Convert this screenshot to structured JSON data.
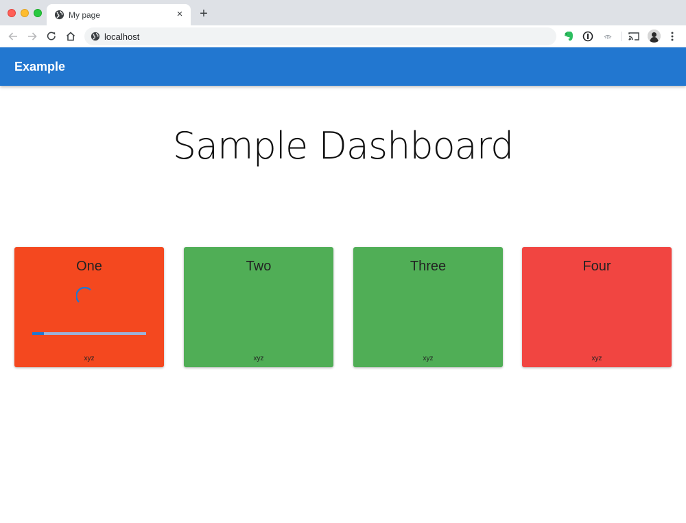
{
  "browser": {
    "tab_title": "My page",
    "tab_close": "×",
    "new_tab": "+",
    "address": "localhost"
  },
  "app": {
    "title": "Example"
  },
  "dashboard": {
    "title": "Sample Dashboard",
    "cards": [
      {
        "title": "One",
        "footer": "xyz",
        "color": "#f4481f",
        "progress": 0.1,
        "loading": true
      },
      {
        "title": "Two",
        "footer": "xyz",
        "color": "#50ae56"
      },
      {
        "title": "Three",
        "footer": "xyz",
        "color": "#50ae56"
      },
      {
        "title": "Four",
        "footer": "xyz",
        "color": "#f14541"
      }
    ]
  },
  "colors": {
    "appbar": "#2277d0",
    "accent": "#2277d0"
  }
}
